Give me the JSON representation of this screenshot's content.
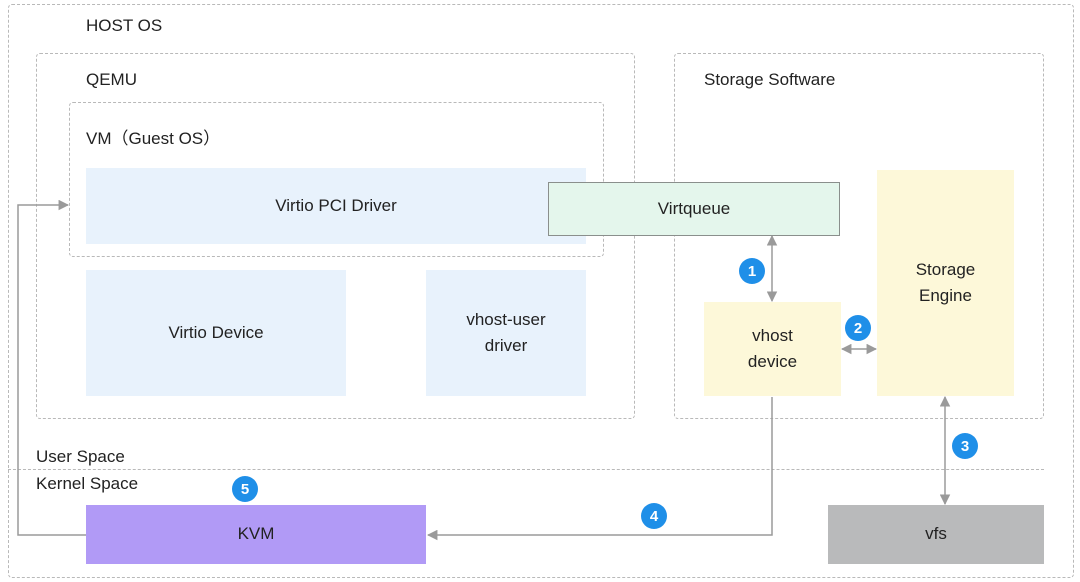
{
  "host_os": "HOST OS",
  "qemu": "QEMU",
  "vm": "VM（Guest OS）",
  "storage_software": "Storage Software",
  "virtio_pci_driver": "Virtio PCI Driver",
  "virtqueue": "Virtqueue",
  "virtio_device": "Virtio Device",
  "vhost_user_driver": "vhost-user\ndriver",
  "vhost_device": "vhost\ndevice",
  "storage_engine": "Storage\nEngine",
  "user_space": "User Space",
  "kernel_space": "Kernel Space",
  "kvm": "KVM",
  "vfs": "vfs",
  "steps": [
    "1",
    "2",
    "3",
    "4",
    "5"
  ],
  "colors": {
    "light_blue": "#e8f2fc",
    "light_green": "#e4f6ec",
    "light_yellow": "#fdf8d9",
    "purple": "#b19af6",
    "gray": "#b9babb",
    "badge": "#1f8fe8",
    "arrow": "#9a9a9a"
  }
}
